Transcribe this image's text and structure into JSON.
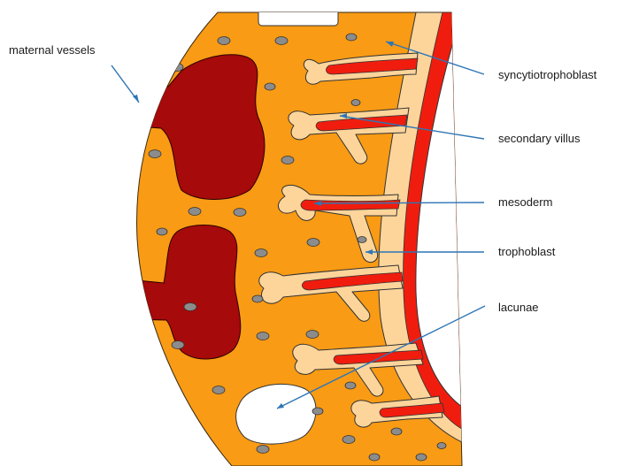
{
  "labels": {
    "maternal_vessels": "maternal vessels",
    "syncytiotrophoblast": "syncytiotrophoblast",
    "secondary_villus": "secondary villus",
    "mesoderm": "mesoderm",
    "trophoblast": "trophoblast",
    "lacunae": "lacunae"
  },
  "colors": {
    "tissue_orange": "#f99b14",
    "vessel_darkred": "#a60a0a",
    "villus_tan": "#fdd59b",
    "mesoderm_red": "#f01d0e",
    "cell_nucleus_gray": "#8c8c8c",
    "leader_blue": "#2e75b6",
    "lacuna_white": "#ffffff"
  }
}
